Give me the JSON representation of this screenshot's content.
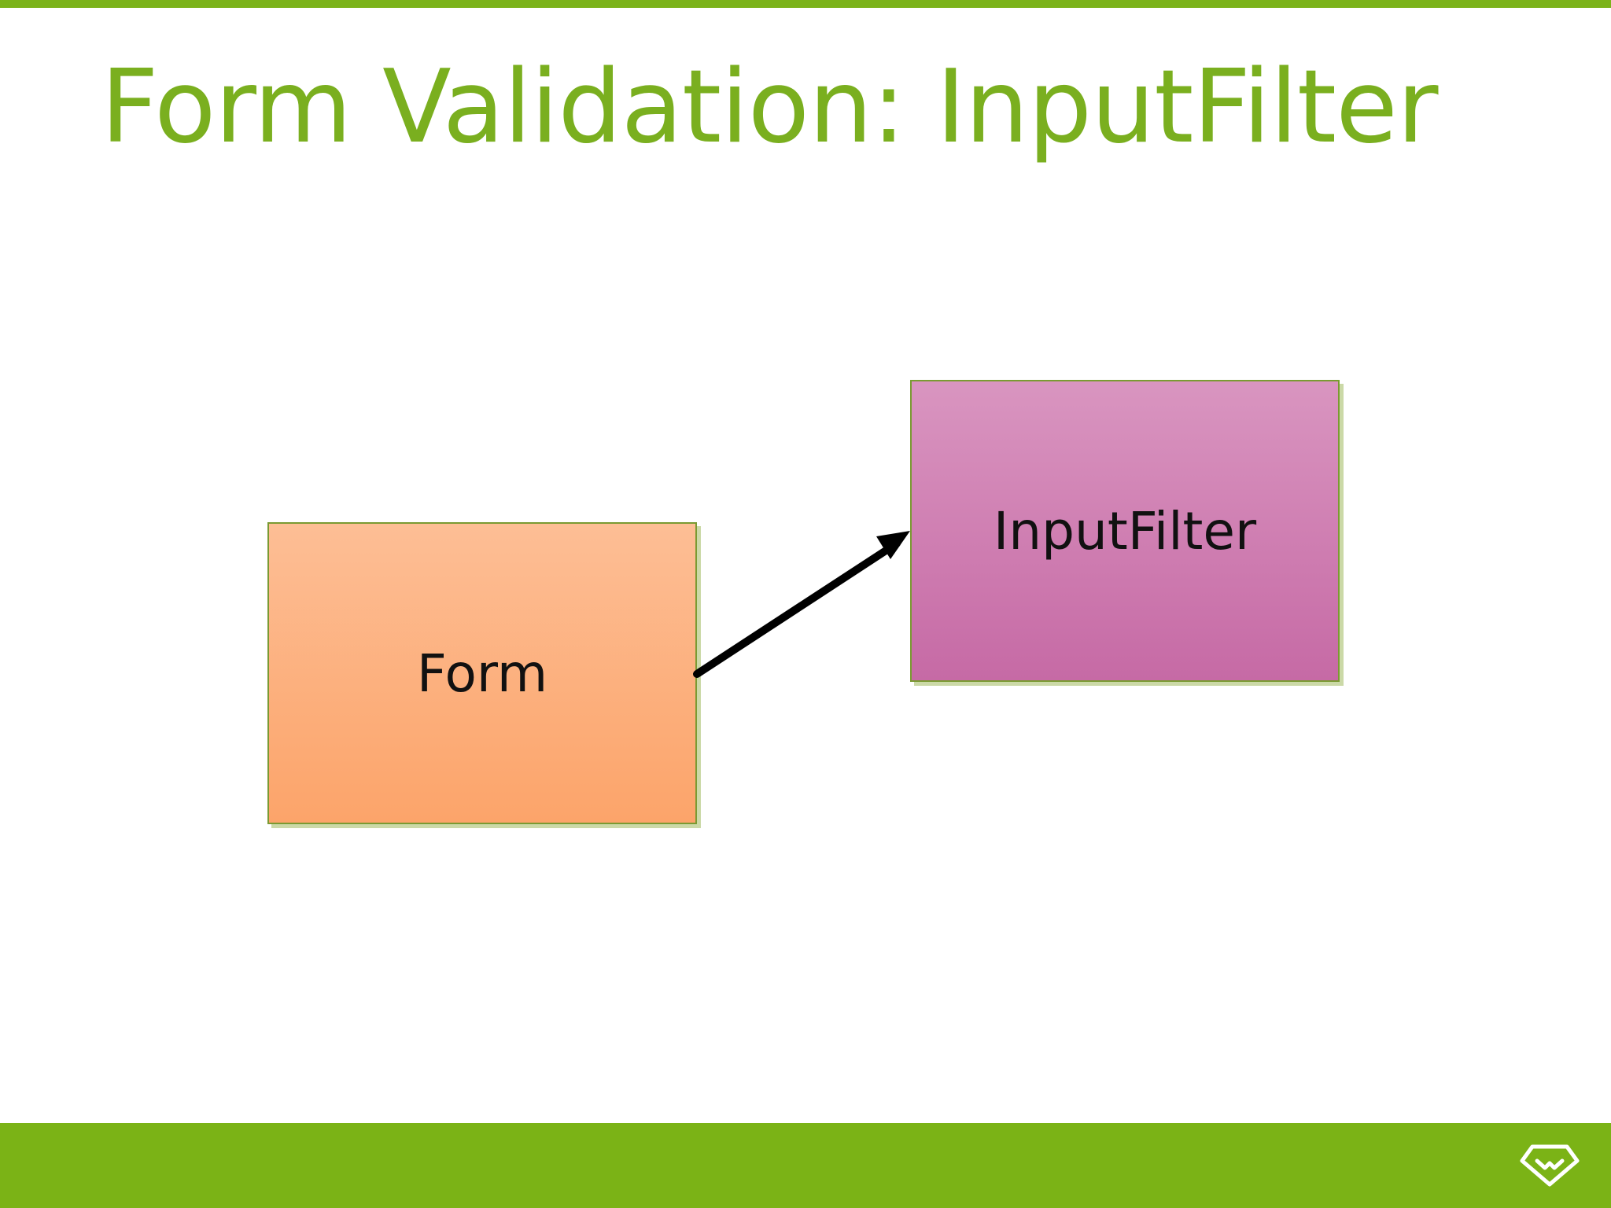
{
  "slide": {
    "title": "Form Validation: InputFilter"
  },
  "diagram": {
    "nodes": [
      {
        "id": "form",
        "label": "Form"
      },
      {
        "id": "inputfilter",
        "label": "InputFilter"
      }
    ],
    "edges": [
      {
        "from": "form",
        "to": "inputfilter",
        "type": "arrow"
      }
    ]
  },
  "colors": {
    "accent": "#7bb31a",
    "form_fill": "#fcae7c",
    "inputfilter_fill": "#d083b4"
  },
  "footer": {
    "logo_icon": "diamond-logo-icon"
  }
}
